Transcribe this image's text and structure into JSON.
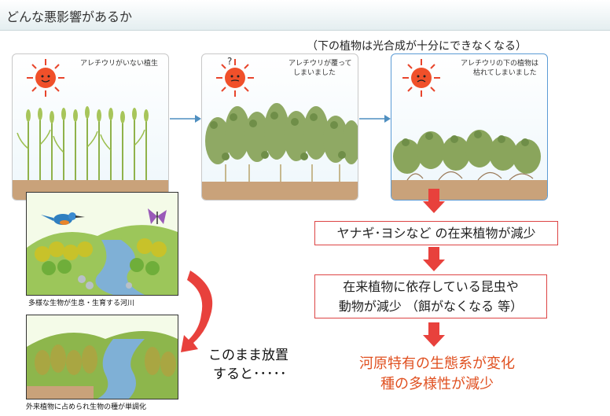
{
  "header": {
    "title": "どんな悪影響があるか"
  },
  "note": "（下の植物は光合成が十分にできなくなる）",
  "panels": [
    {
      "caption": "アレチウリがいない植生"
    },
    {
      "caption_line1": "アレチウリが覆って",
      "caption_line2": "しまいました",
      "mark": "?"
    },
    {
      "caption_line1": "アレチウリの下の植物は",
      "caption_line2": "枯れてしまいました"
    }
  ],
  "effects": [
    "ヤナギ･ヨシなど の在来植物が減少",
    "在来植物に依存している昆虫や",
    "動物が減少 （餌がなくなる 等）"
  ],
  "result": {
    "line1": "河原特有の生態系が変化",
    "line2": "種の多様性が減少"
  },
  "scenes": {
    "top_caption": "多様な生物が生息・生育する河川",
    "bottom_caption": "外来植物に占められ生物の種が単調化"
  },
  "leave_text": {
    "line1": "このまま放置",
    "line2": "すると･････"
  },
  "colors": {
    "red_arrow": "#e8413c",
    "blue_arrow": "#4f8fc0",
    "result_text": "#e05020"
  }
}
